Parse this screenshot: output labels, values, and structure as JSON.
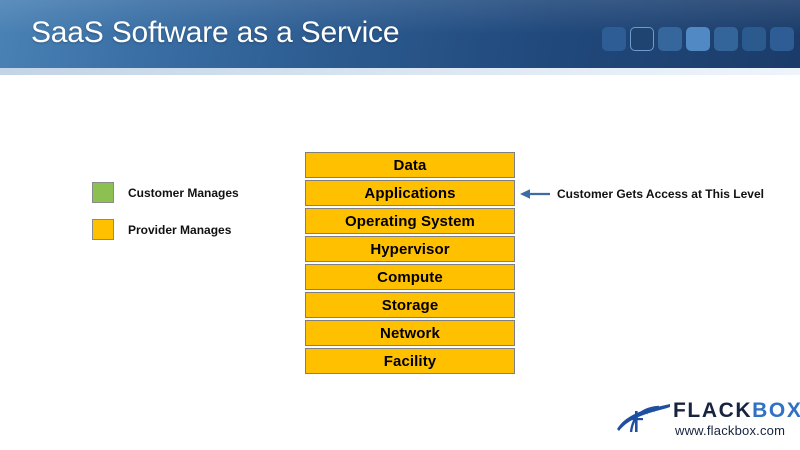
{
  "slide": {
    "title": "SaaS Software as a Service",
    "background_color": "#ffffff"
  },
  "header": {
    "gradient_from": "#4a82b5",
    "gradient_to": "#1b3c6a",
    "underline_color": "#d2e0ee",
    "squares": [
      {
        "name": "header-square-1",
        "fill": "#2d5d94",
        "border": "#2d5d94",
        "style": "solid"
      },
      {
        "name": "header-square-2",
        "fill": "#1f4472",
        "border": "#6f9ccb",
        "style": "outlined"
      },
      {
        "name": "header-square-3",
        "fill": "#35679c",
        "border": "#35679c",
        "style": "solid"
      },
      {
        "name": "header-square-4",
        "fill": "#5089c4",
        "border": "#5089c4",
        "style": "solid"
      },
      {
        "name": "header-square-5",
        "fill": "#34659a",
        "border": "#34659a",
        "style": "solid"
      },
      {
        "name": "header-square-6",
        "fill": "#2b5a8e",
        "border": "#2b5a8e",
        "style": "solid"
      },
      {
        "name": "header-square-7",
        "fill": "#2d5d94",
        "border": "#2d5d94",
        "style": "solid"
      }
    ]
  },
  "legend": {
    "items": [
      {
        "label": "Customer Manages",
        "color": "#8cc152",
        "swatch_border": "#8a8a8a"
      },
      {
        "label": "Provider Manages",
        "color": "#ffc000",
        "swatch_border": "#8a8a8a"
      }
    ]
  },
  "stack": {
    "bar_fill": "#ffc000",
    "bar_border": "#7f7f7f",
    "text_color": "#000000",
    "layers": [
      {
        "label": "Data",
        "managed_by": "Provider Manages",
        "fill": "#ffc000"
      },
      {
        "label": "Applications",
        "managed_by": "Provider Manages",
        "fill": "#ffc000"
      },
      {
        "label": "Operating System",
        "managed_by": "Provider Manages",
        "fill": "#ffc000"
      },
      {
        "label": "Hypervisor",
        "managed_by": "Provider Manages",
        "fill": "#ffc000"
      },
      {
        "label": "Compute",
        "managed_by": "Provider Manages",
        "fill": "#ffc000"
      },
      {
        "label": "Storage",
        "managed_by": "Provider Manages",
        "fill": "#ffc000"
      },
      {
        "label": "Network",
        "managed_by": "Provider Manages",
        "fill": "#ffc000"
      },
      {
        "label": "Facility",
        "managed_by": "Provider Manages",
        "fill": "#ffc000"
      }
    ]
  },
  "annotation": {
    "text": "Customer Gets Access at This Level",
    "arrow_direction": "left",
    "arrow_color": "#3c6ba5",
    "points_to_layer": "Applications"
  },
  "logo": {
    "word_part_1": "FLACK",
    "word_part_2": "BOX",
    "url": "www.flackbox.com",
    "color_part_1": "#17243f",
    "color_part_2": "#2f72c4",
    "mark_color": "#1f4fa0"
  }
}
